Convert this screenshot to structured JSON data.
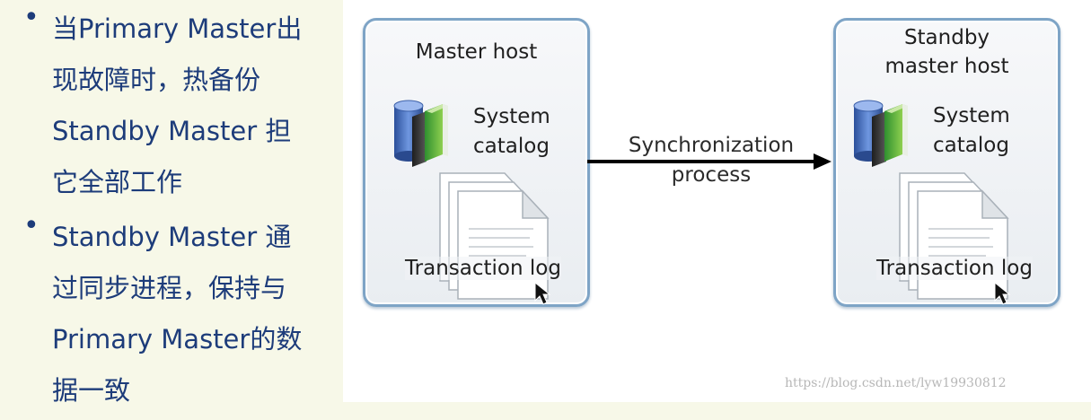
{
  "bullets": [
    {
      "lines": [
        "当Primary Master出",
        "现故障时，热备份",
        "Standby Master 担",
        "它全部工作"
      ]
    },
    {
      "lines": [
        "Standby Master 通",
        "过同步进程，保持与",
        "Primary Master的数",
        "据一致"
      ]
    }
  ],
  "diagram": {
    "master": {
      "title_lines": [
        "Master host"
      ],
      "catalog_lines": [
        "System",
        "catalog"
      ],
      "log_label": "Transaction log"
    },
    "standby": {
      "title_lines": [
        "Standby",
        "master host"
      ],
      "catalog_lines": [
        "System",
        "catalog"
      ],
      "log_label": "Transaction log"
    },
    "sync_lines": [
      "Synchronization",
      "process"
    ]
  },
  "watermark": "https://blog.csdn.net/lyw19930812"
}
